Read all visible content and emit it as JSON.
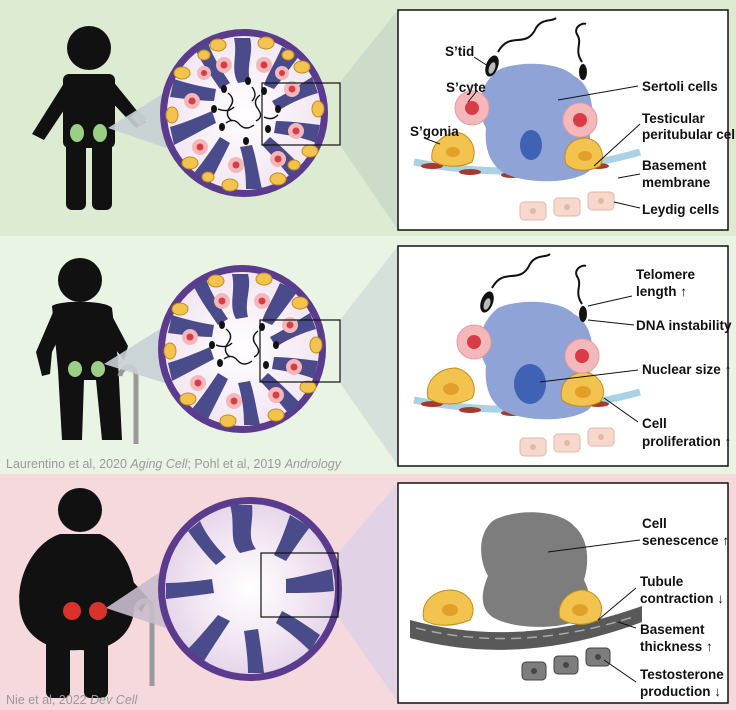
{
  "colors": {
    "panel_young": "#dcebd2",
    "panel_old": "#eaf4e4",
    "panel_obese": "#f6d9dc",
    "figure": "#111111",
    "testis_normal": "#9ccf86",
    "testis_obese": "#d9322b",
    "sertoli": "#8fa3d6",
    "sertoli_dark": "#494b8a",
    "nucleus": "#3f62b5",
    "spermatogonia": "#f2c34e",
    "spermatocyte": "#f4b8ba",
    "spermatocyte_nucleus": "#d83c47",
    "leydig": "#f6d8cc",
    "basement": "#a9d3e4",
    "peritubular": "#a33a2c",
    "senescent": "#7d7d7d",
    "tubule_wall": "#5b3b8e"
  },
  "panels": {
    "young": {
      "labels": {
        "stid": "S’tid",
        "scyte": "S’cyte",
        "sgonia": "S’gonia",
        "sertoli": "Sertoli cells",
        "peritubular_1": "Testicular",
        "peritubular_2": "peritubular cells",
        "basement_1": "Basement",
        "basement_2": "membrane",
        "leydig": "Leydig cells"
      }
    },
    "aged": {
      "labels": {
        "telomere_1": "Telomere",
        "telomere_2": "length",
        "dna": "DNA instability",
        "nuclear": "Nuclear size",
        "prolif_1": "Cell",
        "prolif_2": "proliferation"
      },
      "citation": {
        "a1": "Laurentino et al, 2020 ",
        "a2": "Aging Cell",
        "a3": "; Pohl et al, 2019 ",
        "a4": "Andrology"
      }
    },
    "obese": {
      "labels": {
        "senes_1": "Cell",
        "senes_2": "senescence",
        "tubule_1": "Tubule",
        "tubule_2": "contraction",
        "bthick_1": "Basement",
        "bthick_2": "thickness",
        "testo_1": "Testosterone",
        "testo_2": "production"
      },
      "citation": {
        "a1": "Nie et al, 2022 ",
        "a2": "Dev Cell"
      }
    }
  },
  "arrows": {
    "up": "↑",
    "down": "↓"
  }
}
